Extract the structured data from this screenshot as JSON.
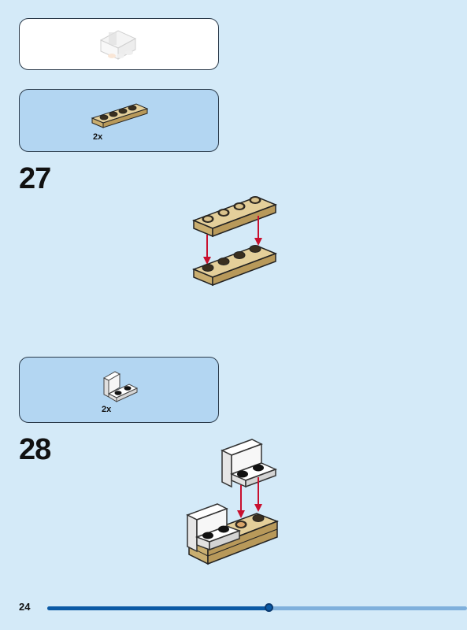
{
  "page": {
    "number": "24"
  },
  "progress": {
    "fraction": 0.53
  },
  "steps": [
    {
      "number": "27",
      "parts": [
        {
          "quantity": "2x",
          "part": "tan-1x4-plate"
        }
      ]
    },
    {
      "number": "28",
      "parts": [
        {
          "quantity": "2x",
          "part": "white-1x2-bracket"
        }
      ]
    }
  ],
  "colors": {
    "background": "#d4eaf8",
    "parts_box": "#b3d6f2",
    "tan": "#d9c28c",
    "arrow": "#c8102e",
    "progress": "#0b5aa5"
  }
}
